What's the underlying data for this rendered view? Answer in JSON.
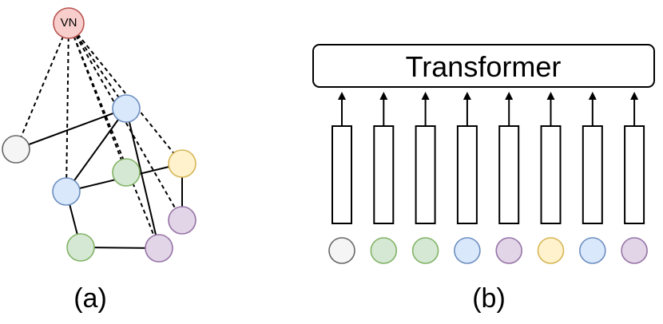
{
  "colors": {
    "red": {
      "fill": "#f8cecc",
      "stroke": "#b85450"
    },
    "blue": {
      "fill": "#dae8fc",
      "stroke": "#6c8ebf"
    },
    "green": {
      "fill": "#d5e8d4",
      "stroke": "#82b366"
    },
    "yellow": {
      "fill": "#fff2cc",
      "stroke": "#d6b656"
    },
    "purple": {
      "fill": "#e1d5e7",
      "stroke": "#9673a6"
    },
    "gray": {
      "fill": "#f5f5f5",
      "stroke": "#666666"
    }
  },
  "graph": {
    "virtual_node_label": "VN",
    "caption": "(a)",
    "nodes": [
      {
        "id": "vn",
        "color": "red"
      },
      {
        "id": "gray",
        "color": "gray"
      },
      {
        "id": "blue-top",
        "color": "blue"
      },
      {
        "id": "green-mid",
        "color": "green"
      },
      {
        "id": "yellow",
        "color": "yellow"
      },
      {
        "id": "blue-left",
        "color": "blue"
      },
      {
        "id": "purple-right",
        "color": "purple"
      },
      {
        "id": "green-bottom",
        "color": "green"
      },
      {
        "id": "purple-bottom",
        "color": "purple"
      }
    ],
    "edges": [
      [
        "gray",
        "blue-top"
      ],
      [
        "blue-top",
        "blue-left"
      ],
      [
        "blue-top",
        "purple-bottom"
      ],
      [
        "blue-left",
        "green-bottom"
      ],
      [
        "blue-left",
        "yellow"
      ],
      [
        "green-bottom",
        "purple-bottom"
      ],
      [
        "yellow",
        "purple-right"
      ]
    ],
    "virtual_edges": [
      "gray",
      "blue-top",
      "yellow",
      "blue-left",
      "green-mid",
      "purple-right",
      "purple-bottom"
    ]
  },
  "transformer": {
    "label": "Transformer",
    "caption": "(b)",
    "tokens": [
      "gray",
      "green",
      "green",
      "blue",
      "purple",
      "yellow",
      "blue",
      "purple"
    ]
  }
}
